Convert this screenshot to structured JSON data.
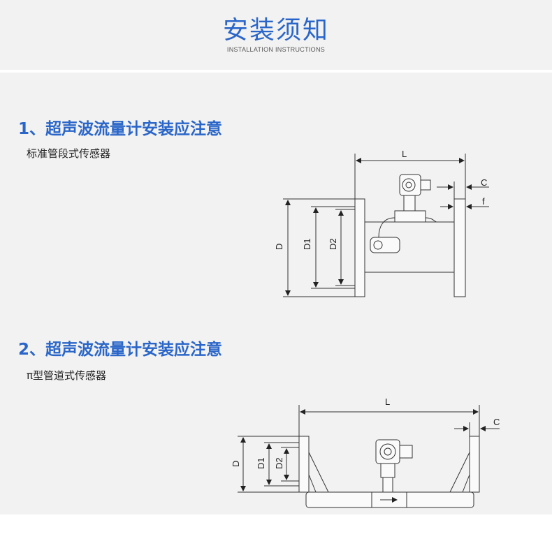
{
  "header": {
    "title": "安装须知",
    "subtitle": "INSTALLATION INSTRUCTIONS"
  },
  "sections": [
    {
      "title": "1、超声波流量计安装应注意",
      "subtitle": "标准管段式传感器",
      "diagram_labels": {
        "length": "L",
        "c": "C",
        "f": "f",
        "d": "D",
        "d1": "D1",
        "d2": "D2"
      }
    },
    {
      "title": "2、超声波流量计安装应注意",
      "subtitle": "π型管道式传感器",
      "diagram_labels": {
        "length": "L",
        "c": "C",
        "d": "D",
        "d1": "D1",
        "d2": "D2"
      }
    }
  ]
}
